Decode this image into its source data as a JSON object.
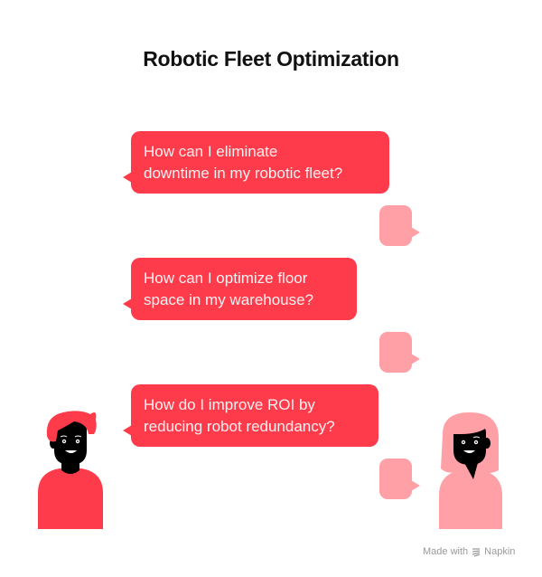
{
  "title": "Robotic Fleet Optimization",
  "colors": {
    "question_bubble": "#fe3b4a",
    "answer_bubble": "#ff9fa6",
    "question_text": "#f6f0f2",
    "title_text": "#111111",
    "watermark_text": "#9a9a9a",
    "left_person": "#fe3b4a",
    "right_person": "#ff9fa6",
    "face": "#000000"
  },
  "questions": [
    {
      "lines": [
        "How can I eliminate",
        "downtime in my robotic fleet?"
      ]
    },
    {
      "lines": [
        "How can I optimize floor",
        "space in my warehouse?"
      ]
    },
    {
      "lines": [
        "How do I improve ROI by",
        "reducing robot redundancy?"
      ]
    }
  ],
  "answers": [
    {
      "text": ""
    },
    {
      "text": ""
    },
    {
      "text": ""
    }
  ],
  "people": {
    "left": {
      "icon": "man-avatar-icon"
    },
    "right": {
      "icon": "woman-avatar-icon"
    }
  },
  "watermark": {
    "prefix": "Made with",
    "brand": "Napkin",
    "icon": "napkin-logo-icon"
  }
}
